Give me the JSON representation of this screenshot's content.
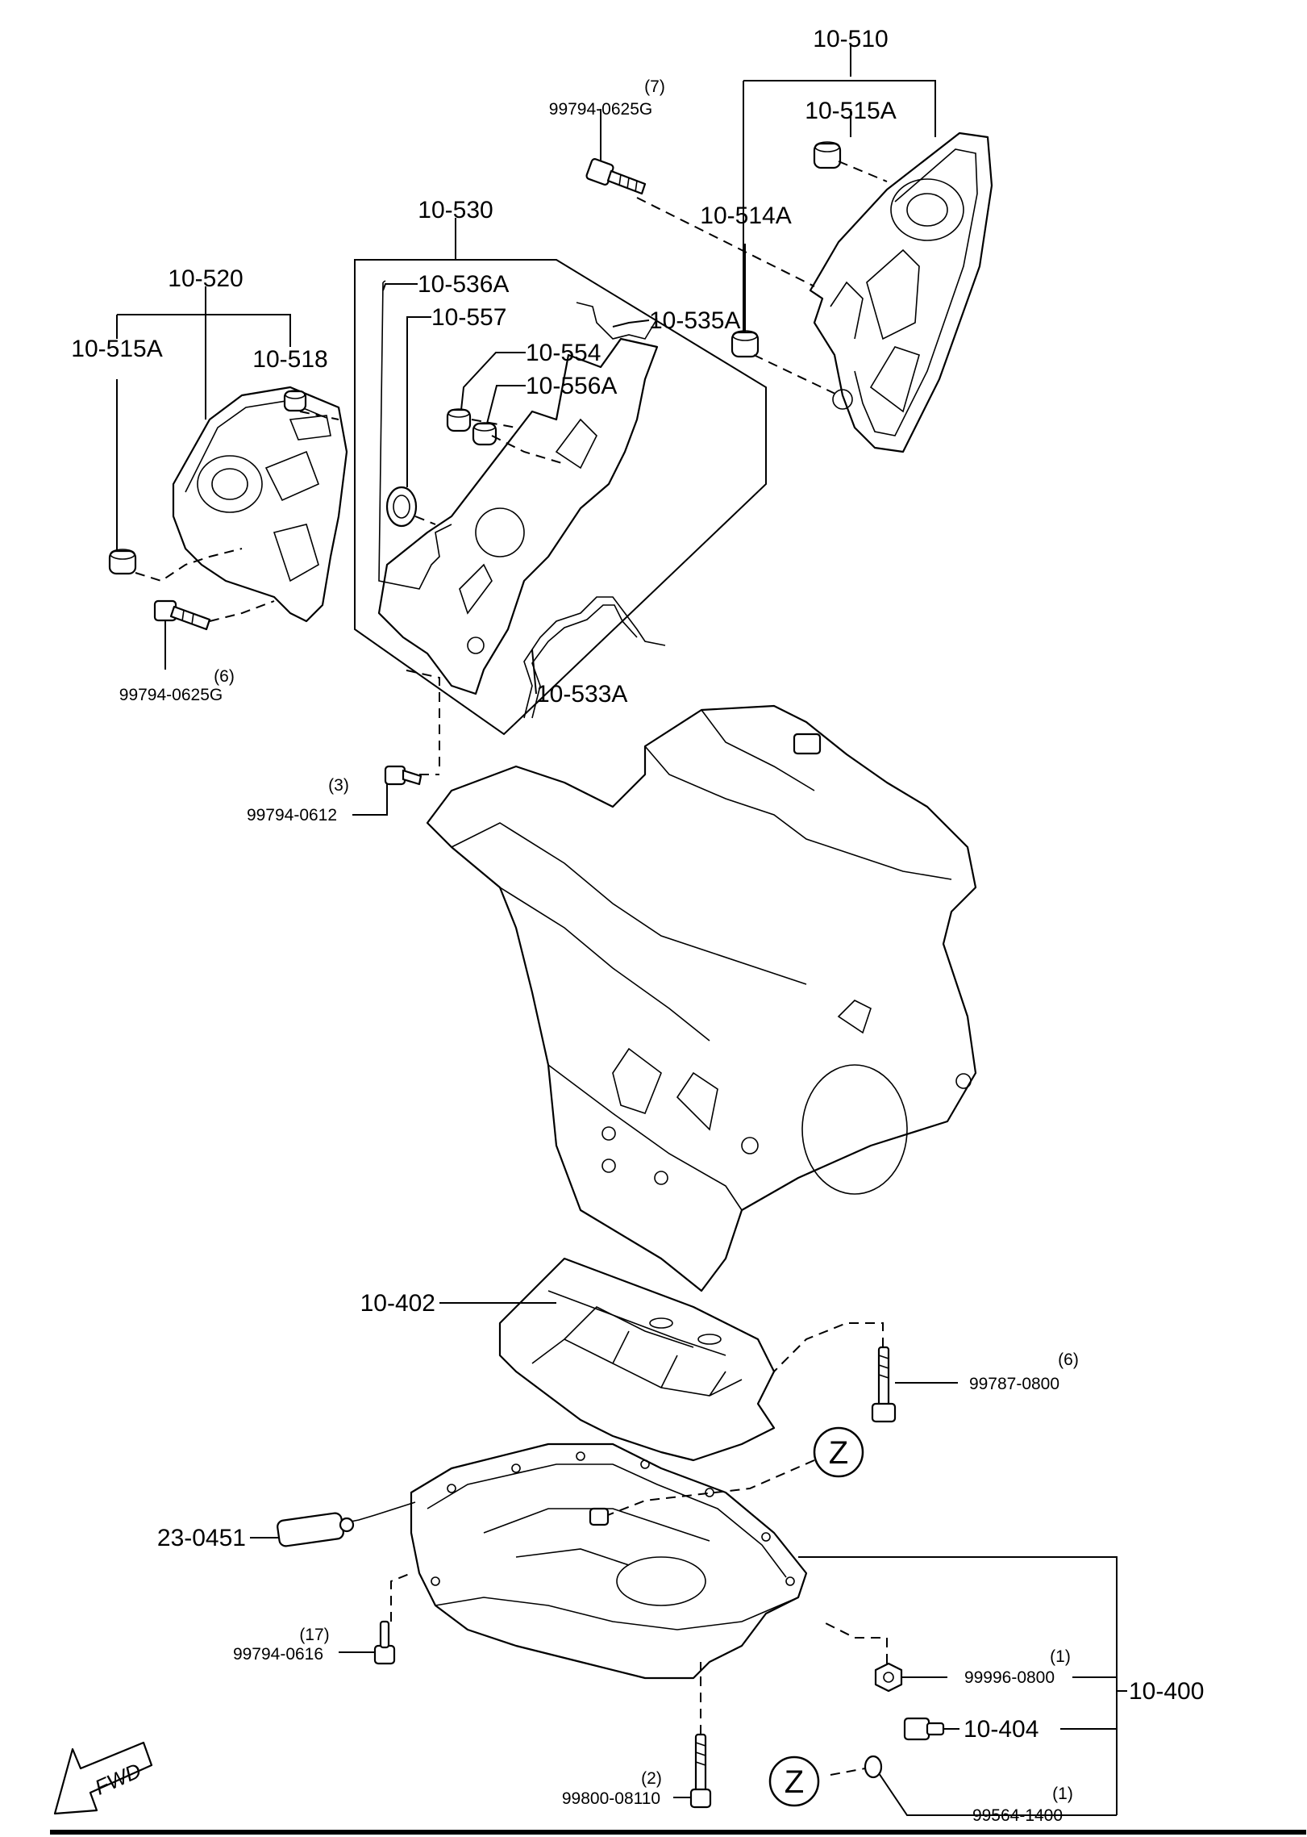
{
  "labels": {
    "timing_belt_cover_upper_rh": "10-510",
    "cover_bushing_upper": "10-515A",
    "cover_bushing_lower": "10-514A",
    "bolt_upper_qty": "(7)",
    "bolt_upper": "99794-0625G",
    "inner_cover_assy": "10-530",
    "gasket_536a": "10-536A",
    "seal_557": "10-557",
    "bushing_554": "10-554",
    "bushing_556a": "10-556A",
    "gasket_535a": "10-535A",
    "gasket_533a": "10-533A",
    "timing_belt_cover_lh": "10-520",
    "cover_bushing_lh": "10-515A",
    "bushing_518": "10-518",
    "bolt_lh_qty": "(6)",
    "bolt_lh": "99794-0625G",
    "bolt_inner_qty": "(3)",
    "bolt_inner": "99794-0612",
    "baffle": "10-402",
    "stud_qty": "(6)",
    "stud": "99787-0800",
    "zoom_marker": "Z",
    "oil_level_sensor": "23-0451",
    "pan_bolt_qty": "(17)",
    "pan_bolt": "99794-0616",
    "nut_qty": "(1)",
    "nut": "99996-0800",
    "oil_pan_assy": "10-400",
    "drain_plug": "10-404",
    "washer_qty": "(1)",
    "washer": "99564-1400",
    "long_bolt_qty": "(2)",
    "long_bolt": "99800-08110",
    "forward_indicator": "FWD"
  }
}
